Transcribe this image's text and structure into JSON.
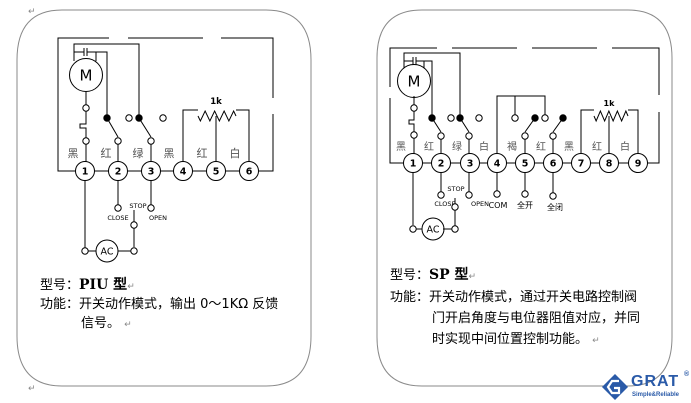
{
  "paragraph_mark": "↵",
  "colors": {
    "line": "#000000",
    "frame": "#8a8a8a",
    "wire_label": "#555555",
    "logo_blue": "#2a5aa8"
  },
  "left_panel": {
    "motor_label": "M",
    "ac_label": "AC",
    "resistor_label": "1k",
    "terminals": [
      "1",
      "2",
      "3",
      "4",
      "5",
      "6"
    ],
    "wire_colors": [
      "黑",
      "红",
      "绿",
      "黑",
      "红",
      "白"
    ],
    "switch_labels": {
      "close": "CLOSE",
      "stop": "STOP",
      "open": "OPEN"
    },
    "model_label": "型号：",
    "model_value": "PIU 型",
    "function_label": "功能：",
    "function_lines": [
      "开关动作模式，输出 0～1KΩ 反馈",
      "信号。"
    ]
  },
  "right_panel": {
    "motor_label": "M",
    "ac_label": "AC",
    "resistor_label": "1k",
    "terminals": [
      "1",
      "2",
      "3",
      "4",
      "5",
      "6",
      "7",
      "8",
      "9"
    ],
    "wire_colors": [
      "黑",
      "红",
      "绿",
      "白",
      "褐",
      "红",
      "黑",
      "红",
      "白"
    ],
    "switch_labels": {
      "close": "CLOSE",
      "stop": "STOP",
      "open": "OPEN",
      "com": "COM",
      "full_open": "全开",
      "full_close": "全闭"
    },
    "model_label": "型号：",
    "model_value": "SP 型",
    "function_label": "功能：",
    "function_lines": [
      "开关动作模式，通过开关电路控制阀",
      "门开启角度与电位器阻值对应，并同",
      "时实现中间位置控制功能。"
    ]
  },
  "logo": {
    "brand": "GRAT",
    "registered": "®",
    "tagline": "Simple&Reliable"
  }
}
